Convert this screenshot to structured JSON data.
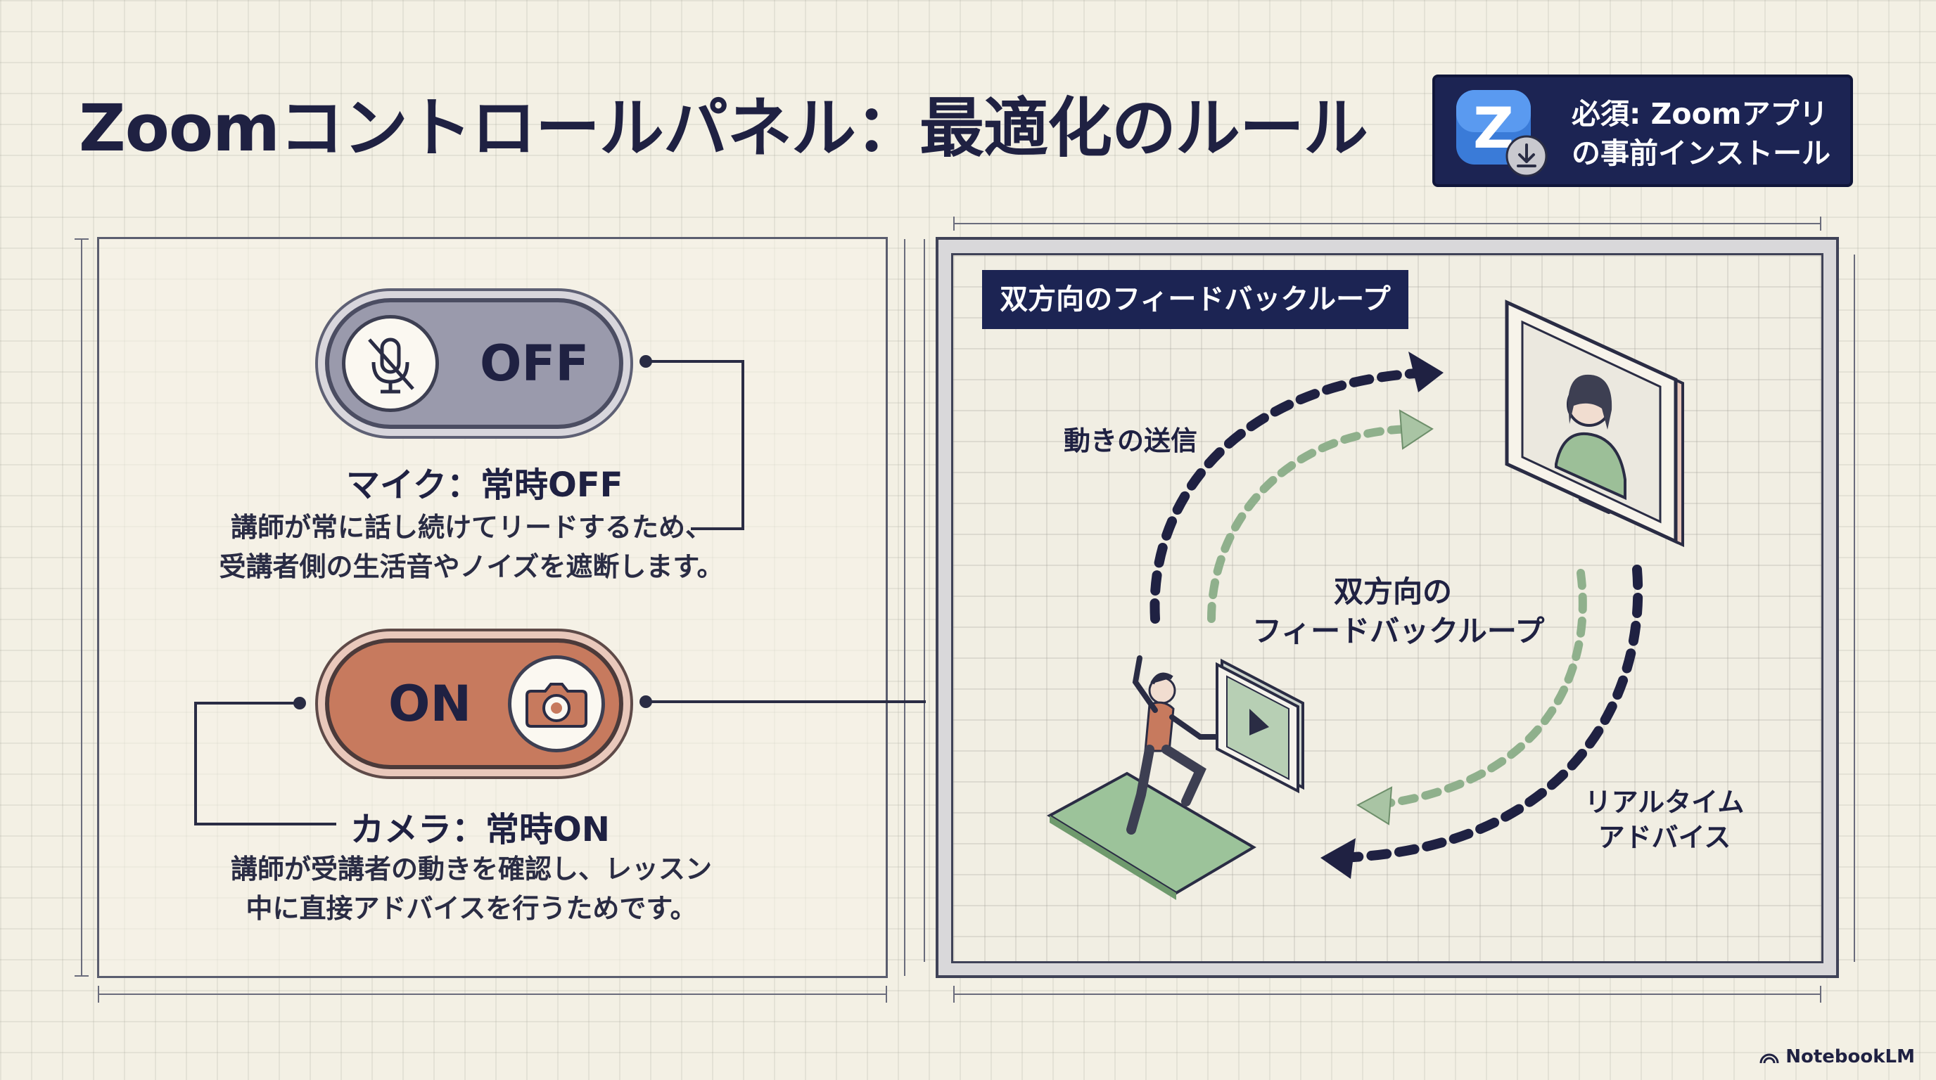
{
  "title": "Zoomコントロールパネル：最適化のルール",
  "badge": {
    "icon": "zoom-download-icon",
    "text": "必須: Zoomアプリの事前インストール"
  },
  "mic": {
    "toggle_label": "OFF",
    "icon": "mic-muted-icon",
    "heading": "マイク：常時OFF",
    "body_line1": "講師が常に話し続けてリードするため、",
    "body_line2": "受講者側の生活音やノイズを遮断します。"
  },
  "camera": {
    "toggle_label": "ON",
    "icon": "camera-icon",
    "heading": "カメラ：常時ON",
    "body_line1": "講師が受講者の動きを確認し、レッスン",
    "body_line2": "中に直接アドバイスを行うためです。"
  },
  "loop": {
    "header": "双方向のフィードバックループ",
    "send_label": "動きの送信",
    "center_line1": "双方向の",
    "center_line2": "フィードバックループ",
    "advice_line1": "リアルタイム",
    "advice_line2": "アドバイス"
  },
  "colors": {
    "navy": "#1c2453",
    "terracotta": "#c77a5e",
    "sage": "#8fb08c"
  },
  "watermark": "NotebookLM"
}
